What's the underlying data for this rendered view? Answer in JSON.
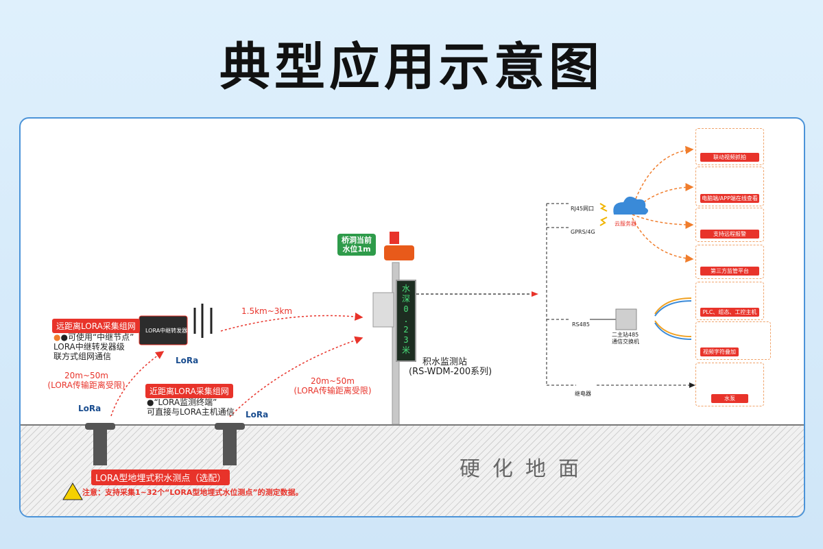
{
  "title": "典型应用示意图",
  "ground_label": "硬化地面",
  "left": {
    "far_tag": "远距离LORA采集组网",
    "far_desc_1": "●可使用“中继节点”",
    "far_desc_2": "LORA中继转发器级",
    "far_desc_3": "联方式组网通信",
    "repeater_label": "LORA中继转发器",
    "range_left": "20m~50m",
    "range_left_note": "(LORA传输距离受限)",
    "near_tag": "近距离LORA采集组网",
    "near_desc_1": "●“LORA监测终端”",
    "near_desc_2": "可直接与LORA主机通信",
    "lora_logo": "LoRa",
    "sensor_tag": "LORA型地埋式积水测点（选配）",
    "warning": "注意：支持采集1~32个“LORA型地埋式水位测点”的测定数据。"
  },
  "center": {
    "range_top": "1.5km~3km",
    "range_mid": "20m~50m",
    "range_mid_note": "(LORA传输距离受限)",
    "bubble_line1": "桥洞当前",
    "bubble_line2": "水位1m",
    "led_text": [
      "水",
      "深",
      "0",
      ".",
      "2",
      "3",
      "米"
    ],
    "station_name": "积水监测站",
    "station_model": "(RS-WDM-200系列)"
  },
  "right": {
    "rj45": "RJ45网口",
    "gprs": "GPRS/4G",
    "cloud": "云服务器",
    "rs485": "RS485",
    "switch_label_1": "二主站485",
    "switch_label_2": "通信交换机",
    "relay": "继电器",
    "cards": [
      "联动视频抓拍",
      "电脑端/APP端在线查看",
      "支持远程报警",
      "第三方监管平台",
      "PLC、组态、工控主机",
      "视频字符叠加",
      "水泵"
    ]
  },
  "colors": {
    "red": "#e8332a",
    "orange": "#f07d2c",
    "green": "#2e9b4a",
    "border": "#4b93d8"
  }
}
